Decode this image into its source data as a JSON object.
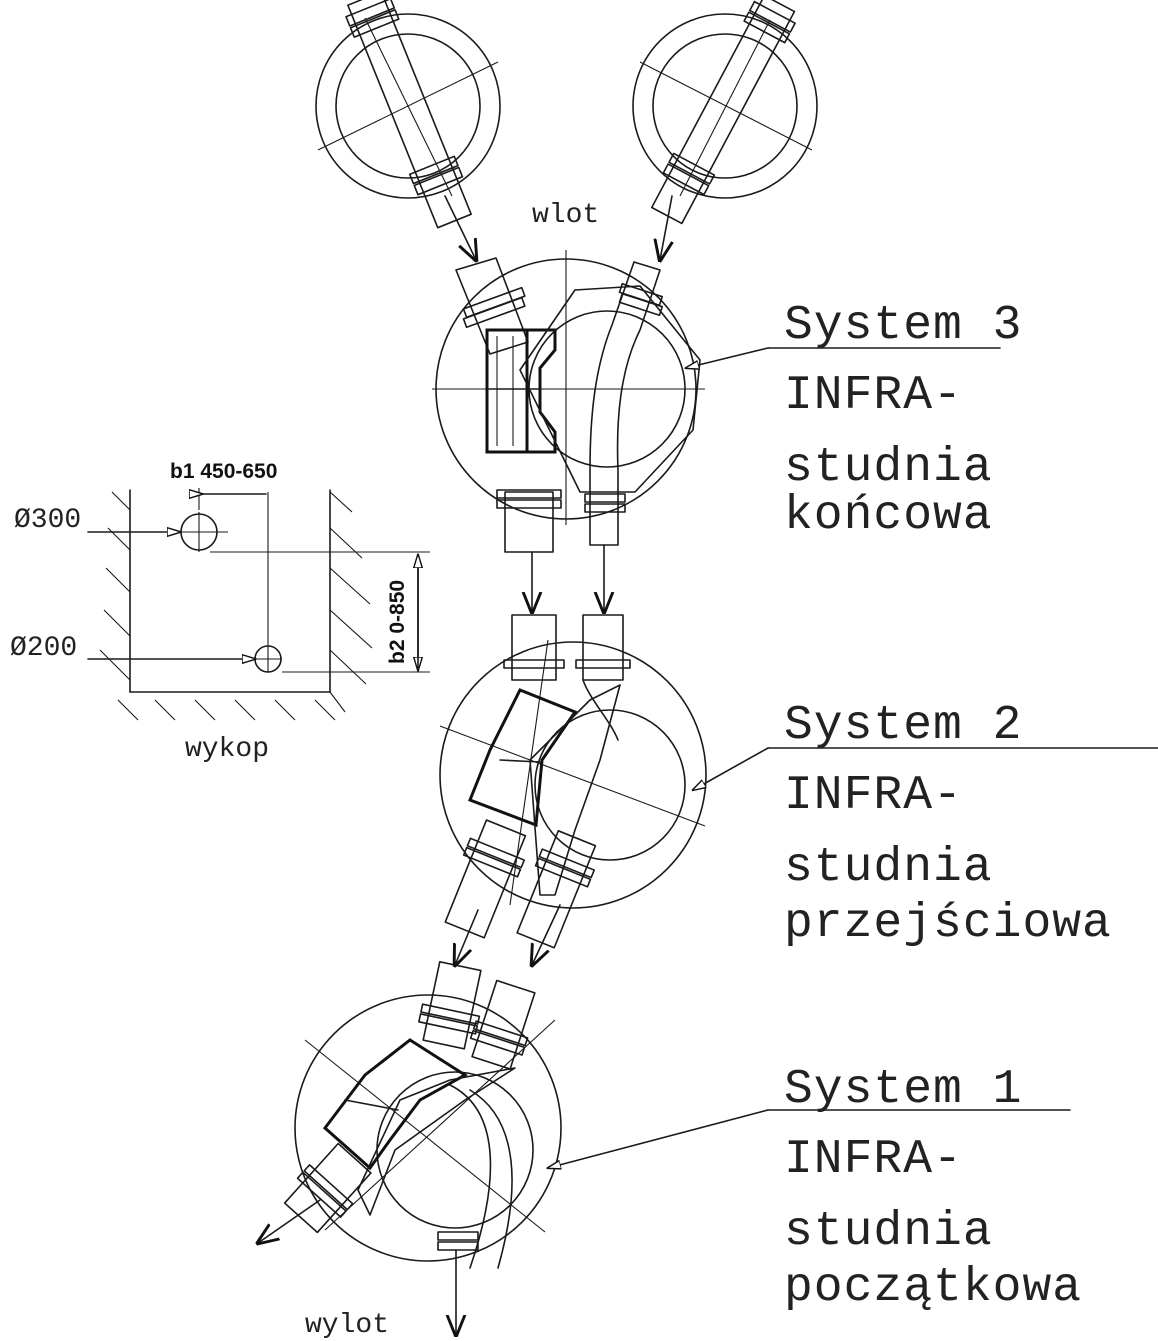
{
  "labels": {
    "inlet": "wlot",
    "outlet": "wylot",
    "trench": "wykop"
  },
  "systems": [
    {
      "title": "System  3",
      "product": "INFRA-",
      "desc1": "studnia",
      "desc2": "końcowa"
    },
    {
      "title": "System  2",
      "product": "INFRA-",
      "desc1": "studnia",
      "desc2": "przejściowa"
    },
    {
      "title": "System  1",
      "product": "INFRA-",
      "desc1": "studnia",
      "desc2": "początkowa"
    }
  ],
  "trench_detail": {
    "pipe_upper": "Ø300",
    "pipe_lower": "Ø200",
    "dim_b1": "b1 450-650",
    "dim_b2": "b2 0-850"
  }
}
